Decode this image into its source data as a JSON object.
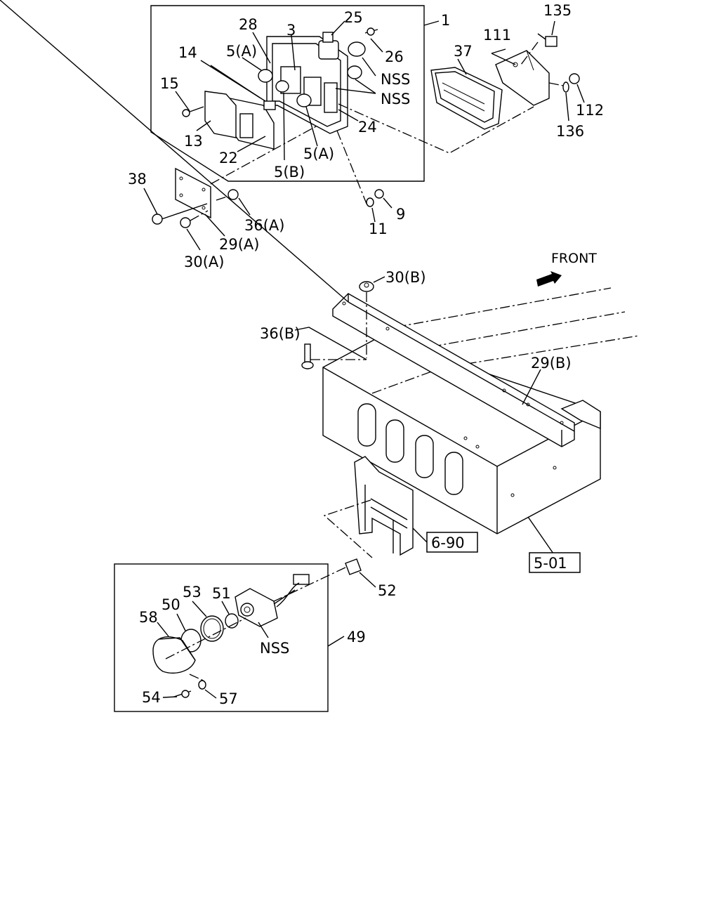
{
  "front_label": "FRONT",
  "callouts": {
    "c1": "1",
    "c3": "3",
    "c5a_1": "5(A)",
    "c5a_2": "5(A)",
    "c5b": "5(B)",
    "c9": "9",
    "c11": "11",
    "c13": "13",
    "c14": "14",
    "c15": "15",
    "c22": "22",
    "c24": "24",
    "c25": "25",
    "c26": "26",
    "c28": "28",
    "c29a": "29(A)",
    "c29b": "29(B)",
    "c30a": "30(A)",
    "c30b": "30(B)",
    "c36a": "36(A)",
    "c36b": "36(B)",
    "c37": "37",
    "c38": "38",
    "c49": "49",
    "c50": "50",
    "c51": "51",
    "c52": "52",
    "c53": "53",
    "c54": "54",
    "c57": "57",
    "c58": "58",
    "c111": "111",
    "c112": "112",
    "c135": "135",
    "c136": "136",
    "nss1": "NSS",
    "nss2": "NSS",
    "nss3": "NSS"
  },
  "references": {
    "ref_690": "6-90",
    "ref_501": "5-01"
  },
  "icons": {
    "front_arrow": "front-arrow-icon"
  }
}
